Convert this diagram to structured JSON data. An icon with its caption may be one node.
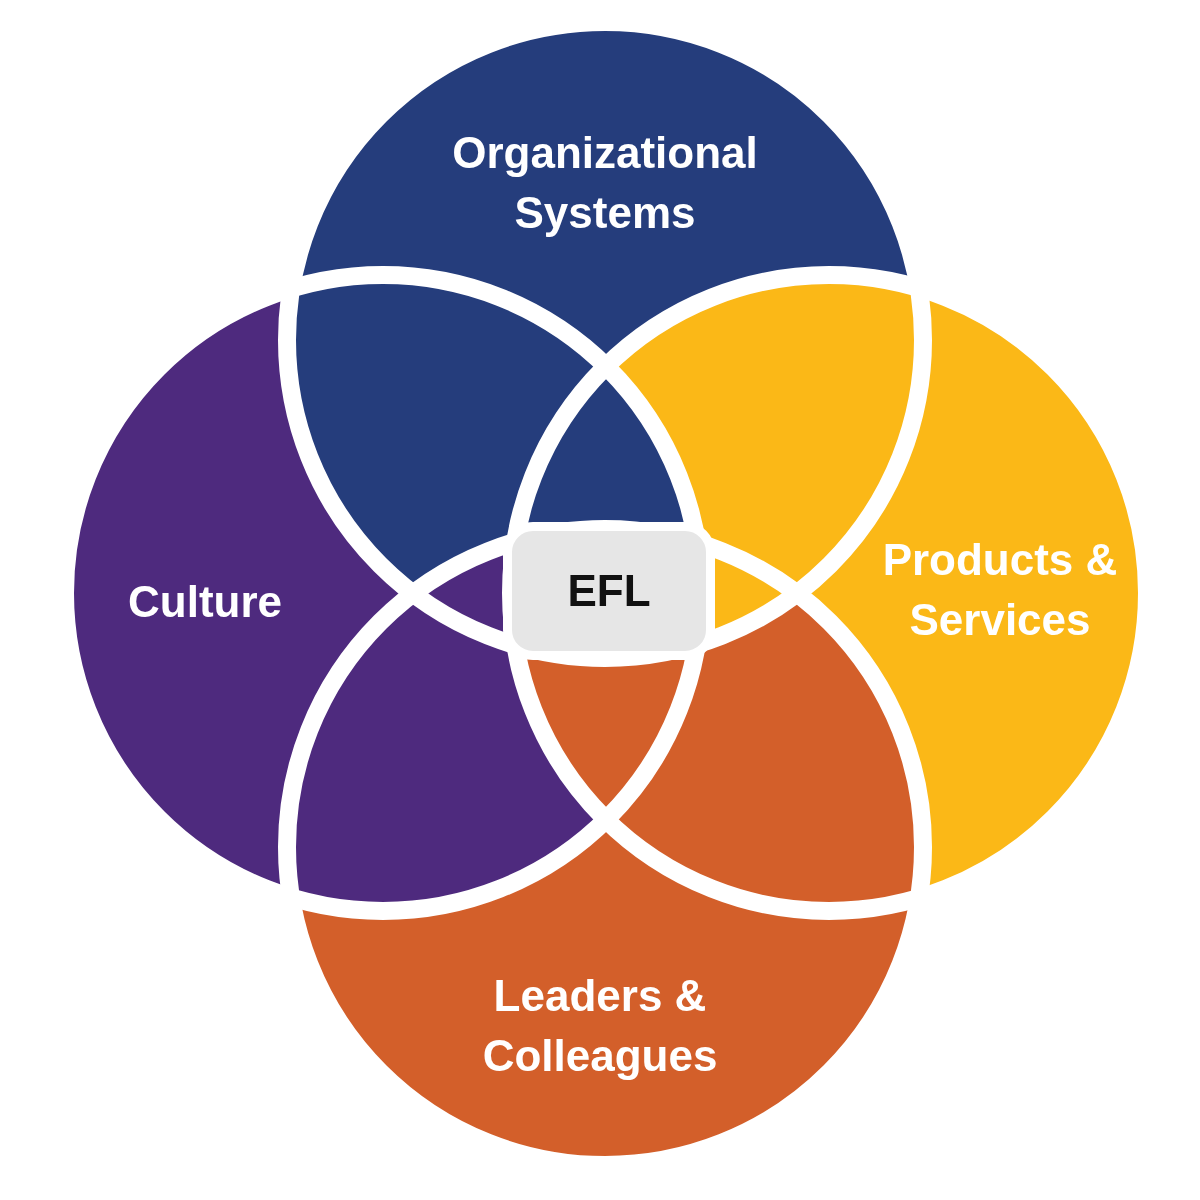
{
  "diagram": {
    "nodes": [
      {
        "text": [
          "Organizational Systems"
        ]
      },
      {
        "text": [
          "Culture"
        ]
      },
      {
        "text": [
          "Products & Services"
        ]
      },
      {
        "text": [
          "Leaders & Colleagues"
        ]
      },
      {
        "text": [
          "EFL"
        ]
      }
    ],
    "edges": []
  }
}
